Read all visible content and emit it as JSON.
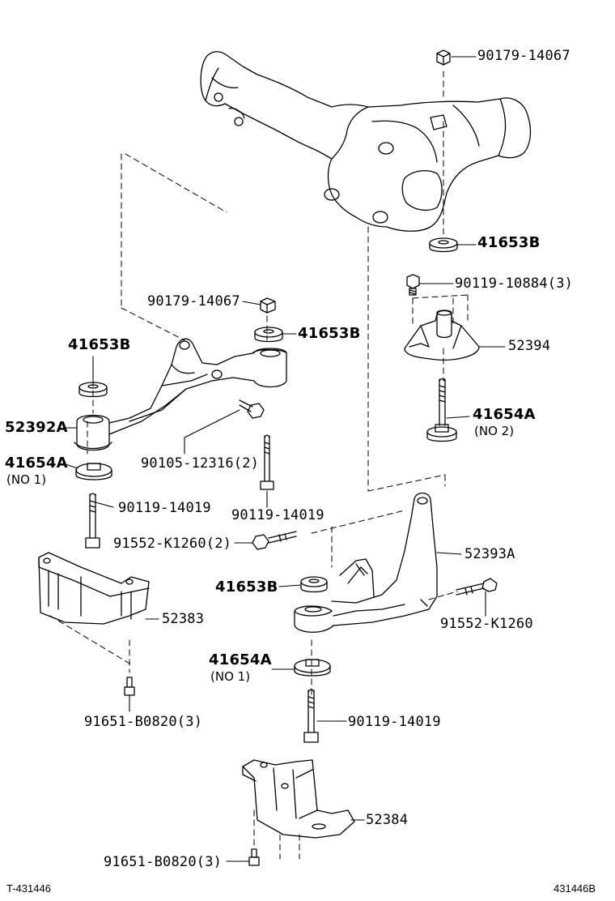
{
  "labels": {
    "top_nut": "90179-14067",
    "cush_b_right": "41653B",
    "bolt_right": "90119-10884(3)",
    "bracket_right": "52394",
    "cush_a_right": "41654A",
    "cush_a_right_note": "(NO 2)",
    "nut_left": "90179-14067",
    "cush_b_left_top": "41653B",
    "cush_b_left": "41653B",
    "arm_left": "52392A",
    "bolt_left": "90105-12316(2)",
    "cush_a_left": "41654A",
    "cush_a_left_note": "(NO 1)",
    "bolt_long_left": "90119-14019",
    "bolt_long_mid": "90119-14019",
    "bolt_k1260_left": "91552-K1260(2)",
    "arm_right": "52393A",
    "cush_b_mid": "41653B",
    "plate_left": "52383",
    "bolt_k1260_right": "91552-K1260",
    "cush_a_mid": "41654A",
    "cush_a_mid_note": "(NO 1)",
    "screw_left": "91651-B0820(3)",
    "bolt_long_bottom": "90119-14019",
    "plate_bottom": "52384",
    "screw_bottom": "91651-B0820(3)"
  },
  "footer": {
    "left": "T-431446",
    "right": "431446B"
  }
}
